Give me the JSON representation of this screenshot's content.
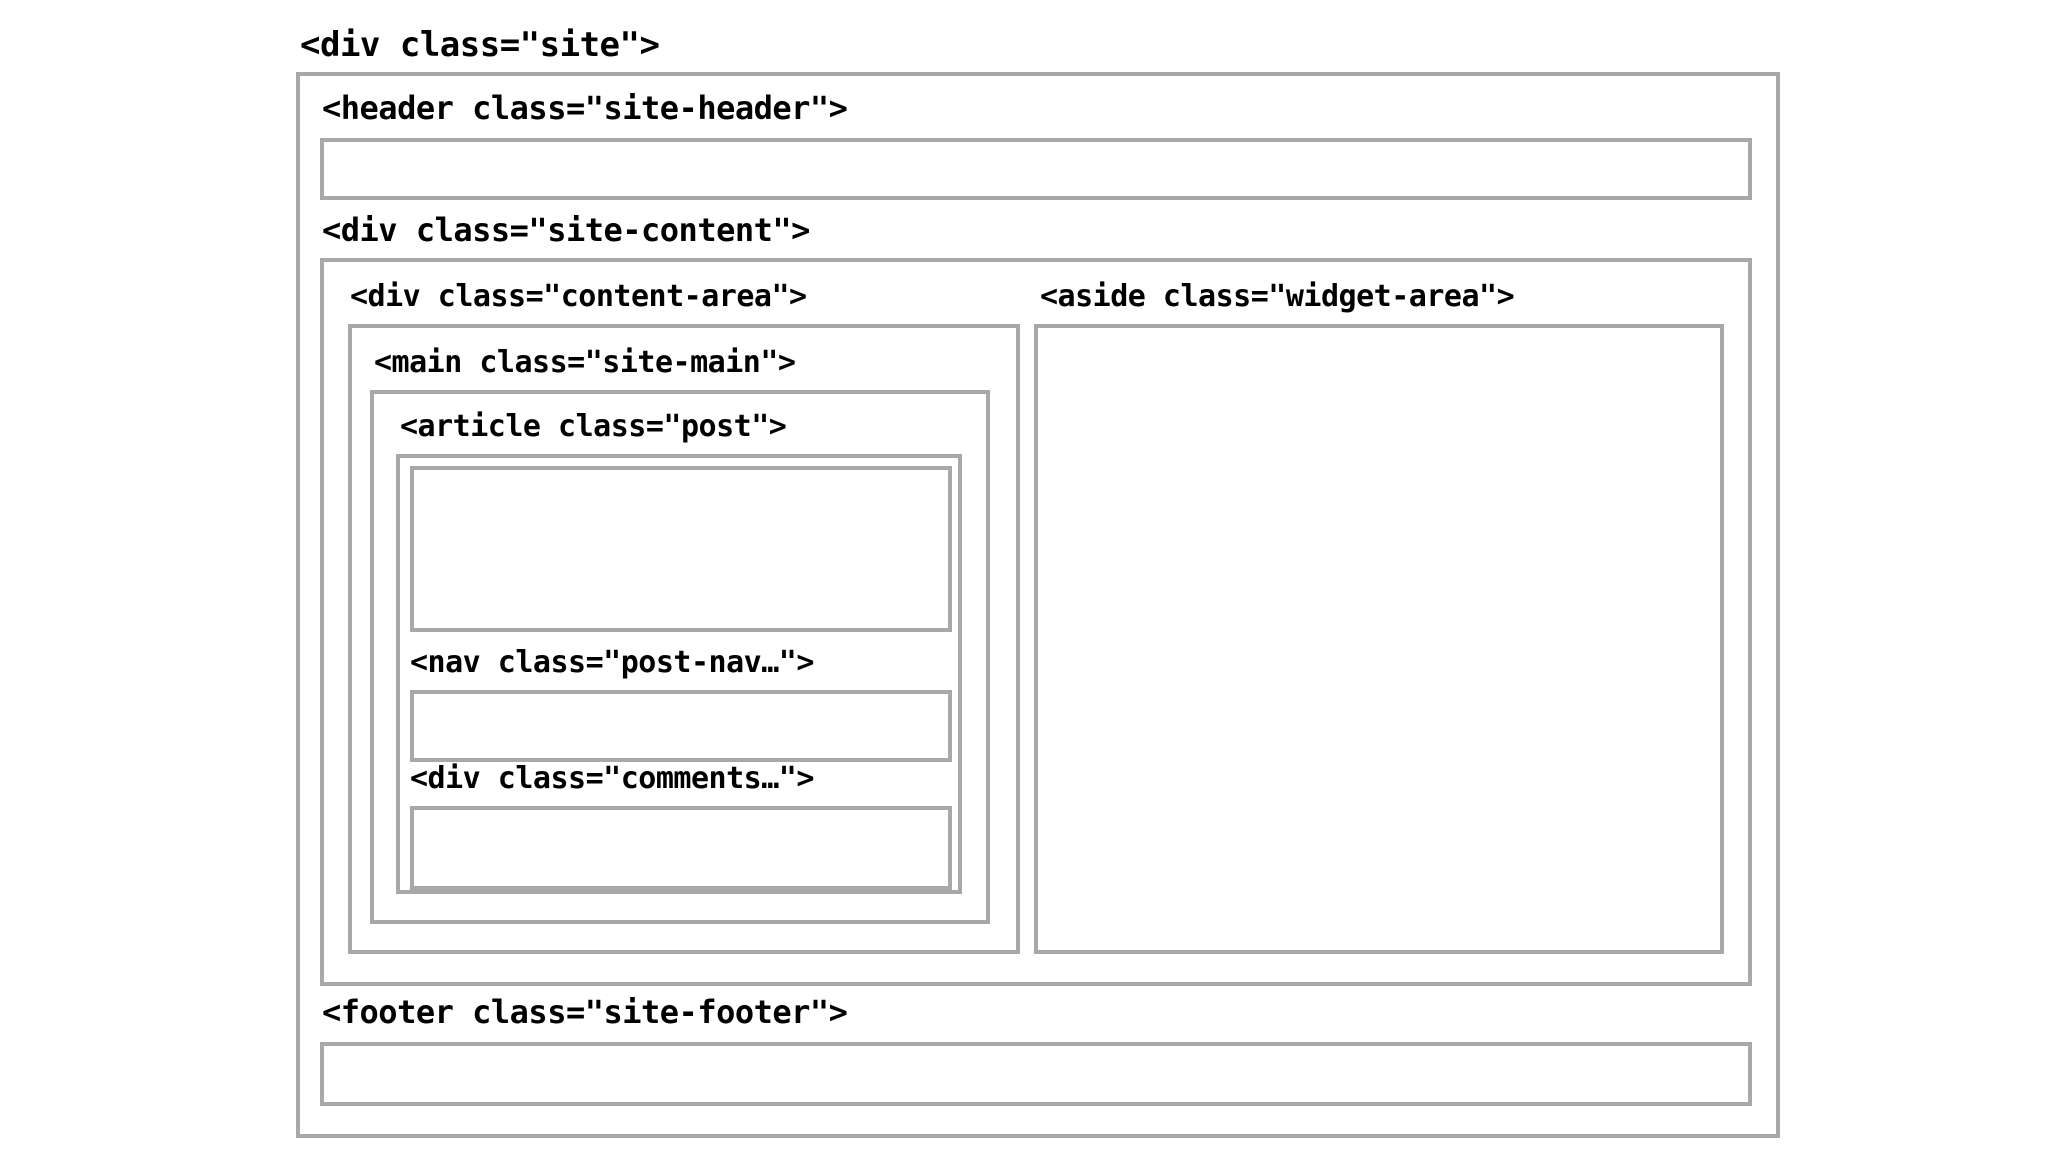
{
  "diagram": {
    "type": "html-structure-nesting",
    "background_color": "#ffffff",
    "border_color": "#a8a8a8",
    "text_color": "#000000",
    "root": {
      "label": "<div class=\"site\">",
      "children": [
        {
          "label": "<header class=\"site-header\">",
          "children": [
            {
              "label": "",
              "empty": true
            }
          ]
        },
        {
          "label": "<div class=\"site-content\">",
          "children": [
            {
              "label": "<div class=\"content-area\">",
              "children": [
                {
                  "label": "<main class=\"site-main\">",
                  "children": [
                    {
                      "label": "<article class=\"post\">",
                      "children": [
                        {
                          "label": "",
                          "empty": true
                        },
                        {
                          "label": "<nav class=\"post-nav…\">"
                        },
                        {
                          "label": "<div class=\"comments…\">"
                        }
                      ]
                    }
                  ]
                }
              ]
            },
            {
              "label": "<aside class=\"widget-area\">",
              "children": [
                {
                  "label": "",
                  "empty": true
                }
              ]
            }
          ]
        },
        {
          "label": "<footer class=\"site-footer\">",
          "children": [
            {
              "label": "",
              "empty": true
            }
          ]
        }
      ]
    },
    "labels": {
      "site": "<div class=\"site\">",
      "site_header": "<header class=\"site-header\">",
      "site_content": "<div class=\"site-content\">",
      "content_area": "<div class=\"content-area\">",
      "widget_area": "<aside class=\"widget-area\">",
      "site_main": "<main class=\"site-main\">",
      "post": "<article class=\"post\">",
      "post_nav": "<nav class=\"post-nav…\">",
      "comments": "<div class=\"comments…\">",
      "site_footer": "<footer class=\"site-footer\">"
    }
  }
}
